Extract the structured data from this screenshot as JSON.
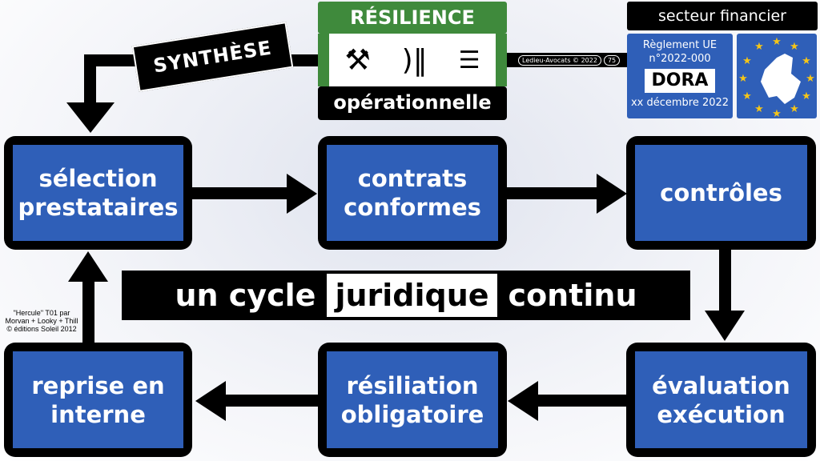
{
  "header": {
    "resilience_top": "RÉSILIENCE",
    "resilience_bottom": "opérationnelle",
    "synthese": "SYNTHÈSE",
    "footer_credit": "Ledieu-Avocats © 2022",
    "page_number": "75"
  },
  "regulation": {
    "sector": "secteur financier",
    "line1": "Règlement UE",
    "line2": "n°2022-000",
    "name": "DORA",
    "date": "xx décembre 2022"
  },
  "credit": {
    "line1": "\"Hercule\" T01 par",
    "line2": "Morvan + Looky + Thill",
    "line3": "© éditions Soleil 2012"
  },
  "steps": [
    "sélection\nprestataires",
    "contrats\nconformes",
    "contrôles",
    "évaluation\nexécution",
    "résiliation\nobligatoire",
    "reprise en\ninterne"
  ],
  "banner": {
    "before": "un cycle",
    "highlight": "juridique",
    "after": "continu"
  },
  "colors": {
    "green": "#3f8a3c",
    "blue": "#2f5fb8",
    "star": "#f5c518"
  }
}
